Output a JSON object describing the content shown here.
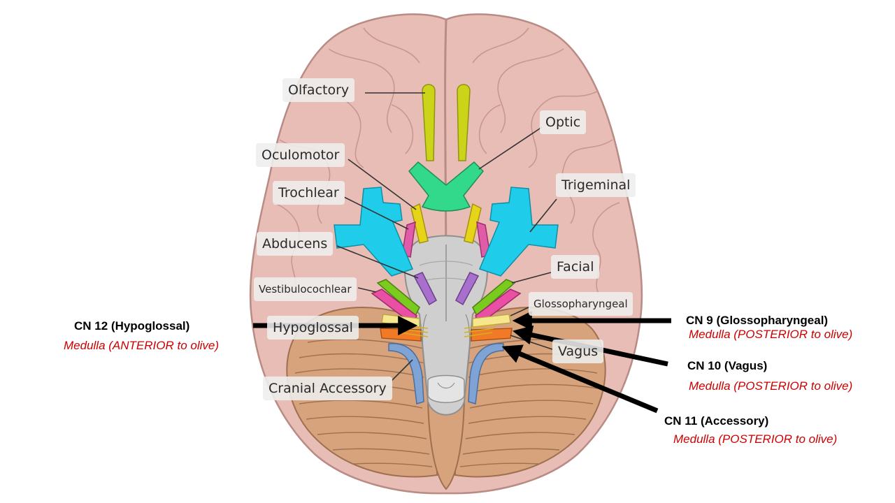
{
  "nerve_labels": {
    "olfactory": "Olfactory",
    "optic": "Optic",
    "oculomotor": "Oculomotor",
    "trochlear": "Trochlear",
    "trigeminal": "Trigeminal",
    "abducens": "Abducens",
    "facial": "Facial",
    "vestibulocochlear": "Vestibulocochlear",
    "glossopharyngeal": "Glossopharyngeal",
    "hypoglossal": "Hypoglossal",
    "vagus": "Vagus",
    "cranial_accessory": "Cranial Accessory"
  },
  "annotations": {
    "cn12": {
      "title": "CN 12 (Hypoglossal)",
      "location": "Medulla (ANTERIOR to olive)"
    },
    "cn9": {
      "title": "CN 9 (Glossopharyngeal)",
      "location": "Medulla (POSTERIOR to olive)"
    },
    "cn10": {
      "title": "CN 10 (Vagus)",
      "location": "Medulla (POSTERIOR to olive)"
    },
    "cn11": {
      "title": "CN 11 (Accessory)",
      "location": "Medulla (POSTERIOR to olive)"
    }
  },
  "colors": {
    "cerebrum": "#e8bdb6",
    "cerebellum": "#d6a37c",
    "brainstem": "#cfcfcf",
    "olfactory_nerve": "#ccd419",
    "optic_nerve": "#33d98b",
    "oculomotor_nerve": "#e6d419",
    "trochlear_nerve": "#e05ca8",
    "trigeminal_nerve": "#1fcdea",
    "abducens_nerve": "#a870cc",
    "facial_nerve": "#7acb1e",
    "vestibulocochlear_nerve": "#e94fa2",
    "glossopharyngeal_nerve": "#f6e68c",
    "vagus_nerve": "#f07a26",
    "accessory_nerve": "#7ea3d4",
    "annotation_text": "#cc0000"
  }
}
